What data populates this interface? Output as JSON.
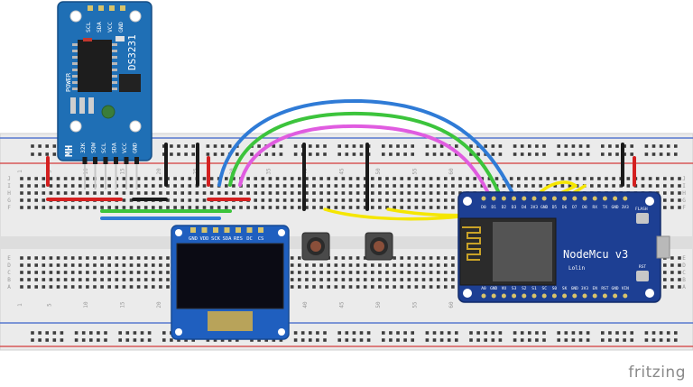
{
  "rtc_module": {
    "brand": "MH",
    "chip_label": "DS3231",
    "power_label": "POWER",
    "header_pins_top": [
      "SCL",
      "SDA",
      "VCC",
      "GND"
    ],
    "header_pins_bottom": [
      "32K",
      "SQW",
      "SCL",
      "SDA",
      "VCC",
      "GND"
    ]
  },
  "oled_module": {
    "pins": [
      "GND",
      "VDD",
      "SCK",
      "SDA",
      "RES",
      "DC",
      "CS"
    ]
  },
  "nodemcu": {
    "title": "NodeMcu v3",
    "subtitle": "Lolin",
    "flash_label": "FLASH",
    "rst_label": "RST",
    "top_pins": [
      "D0",
      "D1",
      "D2",
      "D3",
      "D4",
      "3V3",
      "GND",
      "D5",
      "D6",
      "D7",
      "D8",
      "RX",
      "TX",
      "GND",
      "3V3"
    ],
    "bottom_pins": [
      "A0",
      "GND",
      "VU",
      "S3",
      "S2",
      "S1",
      "SC",
      "S0",
      "SK",
      "GND",
      "3V3",
      "EN",
      "RST",
      "GND",
      "VIN"
    ]
  },
  "breadboard": {
    "column_numbers": [
      "1",
      "5",
      "10",
      "15",
      "20",
      "25",
      "30",
      "35",
      "40",
      "45",
      "50",
      "55",
      "60"
    ],
    "row_letters_top": [
      "J",
      "I",
      "H",
      "G",
      "F"
    ],
    "row_letters_bottom": [
      "E",
      "D",
      "C",
      "B",
      "A"
    ]
  },
  "buttons": [
    {
      "name": "push-button-1"
    },
    {
      "name": "push-button-2"
    }
  ],
  "footer": {
    "brand": "fritzing"
  },
  "colors": {
    "board": "#ebebeb",
    "rail_red": "#d43a3a",
    "rail_blue": "#3a62c9",
    "wire_blue": "#2f7bd6",
    "wire_green": "#3cc43c",
    "wire_magenta": "#e05ce0",
    "wire_yellow": "#f5e600",
    "wire_black": "#1a1a1a",
    "wire_red": "#d42020",
    "module_blue": "#1f6fb5",
    "nodemcu_blue": "#1d3f93"
  }
}
